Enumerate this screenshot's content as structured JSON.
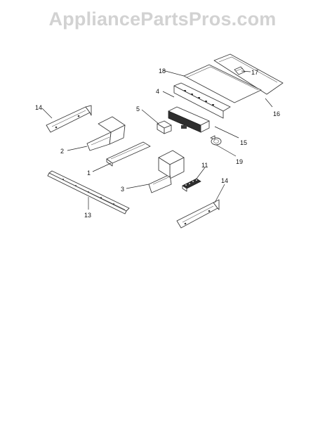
{
  "watermark": "AppliancePartsPros.com",
  "callouts": {
    "c1": "1",
    "c2": "2",
    "c3": "3",
    "c4": "4",
    "c5": "5",
    "c11": "11",
    "c13": "13",
    "c14a": "14",
    "c14b": "14",
    "c15": "15",
    "c16": "16",
    "c17": "17",
    "c18": "18",
    "c19": "19"
  }
}
